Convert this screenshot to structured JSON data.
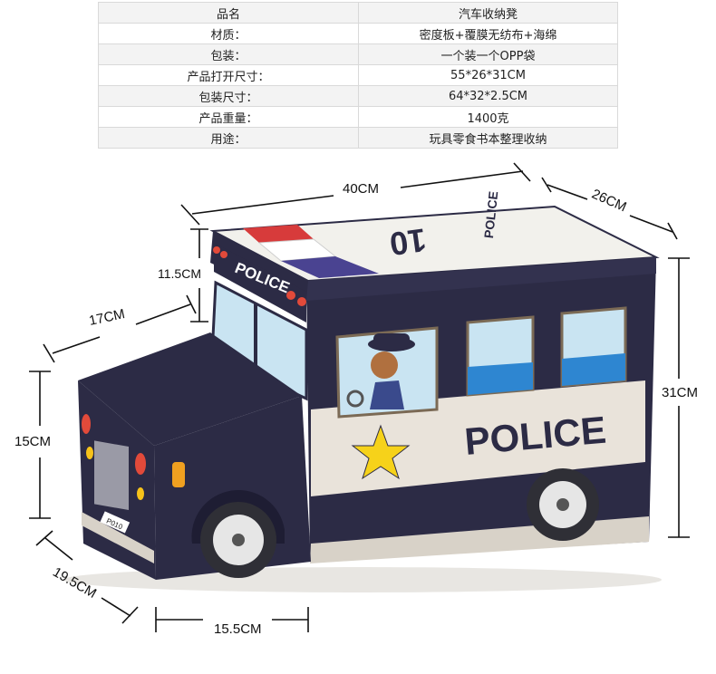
{
  "specs": [
    {
      "label": "品名",
      "value": "汽车收纳凳"
    },
    {
      "label": "材质：",
      "value": "密度板+覆膜无纺布+海绵"
    },
    {
      "label": "包装：",
      "value": "一个装一个OPP袋"
    },
    {
      "label": "产品打开尺寸：",
      "value": "55*26*31CM"
    },
    {
      "label": "包装尺寸：",
      "value": "64*32*2.5CM"
    },
    {
      "label": "产品重量：",
      "value": "1400克"
    },
    {
      "label": "用途：",
      "value": "玩具零食书本整理收纳"
    }
  ],
  "dimensions": {
    "length": "40CM",
    "depth": "26CM",
    "roof_height": "11.5CM",
    "hood_length": "17CM",
    "height": "31CM",
    "front_height": "15CM",
    "front_depth": "19.5CM",
    "front_width": "15.5CM"
  },
  "vehicle": {
    "police_side": "POLICE",
    "police_roof": "POLICE",
    "roof_number": "10",
    "plate": "P010"
  },
  "colors": {
    "body": "#2c2b45",
    "stripe": "#e9e3da",
    "lid": "#f2f1ec",
    "window": "#c9e4f2"
  }
}
